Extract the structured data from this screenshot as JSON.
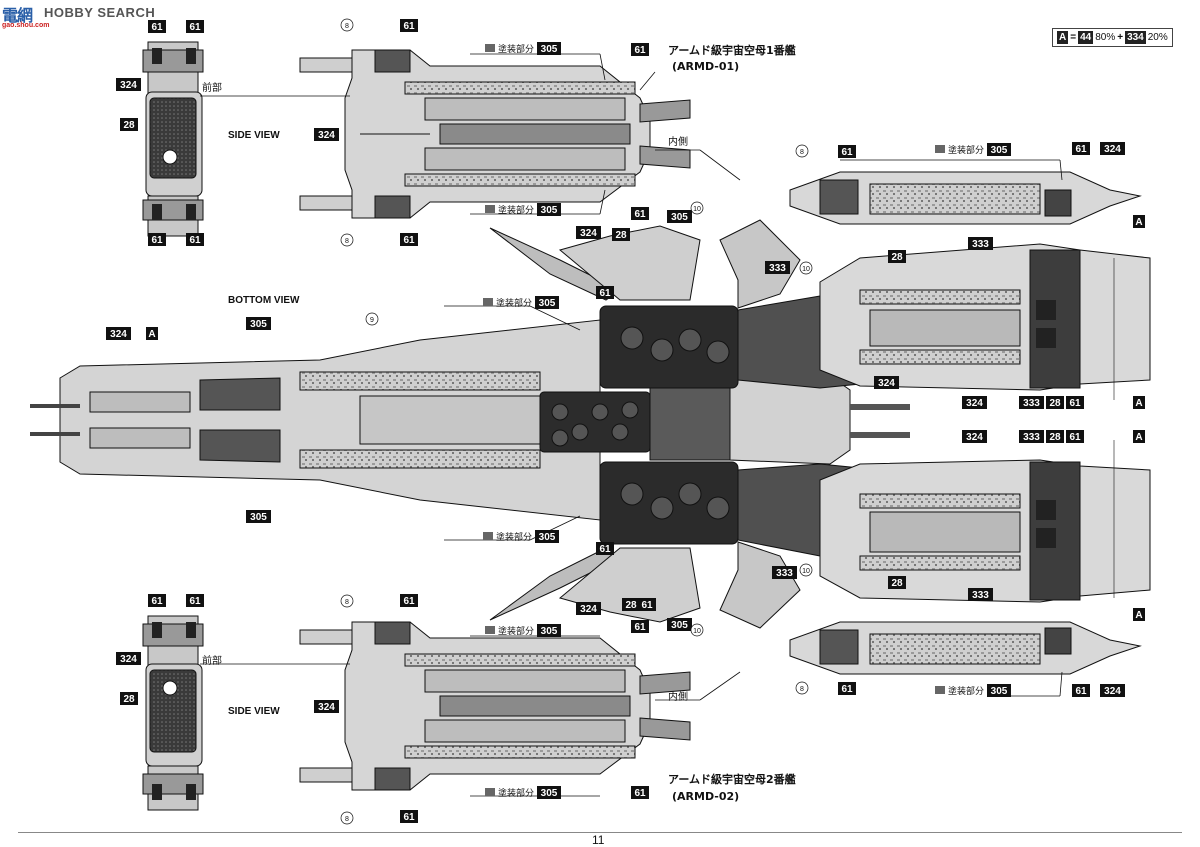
{
  "watermark": {
    "logo": "電網",
    "brand": "HOBBY SEARCH",
    "url": "gao.shou.com"
  },
  "legend": {
    "box_a": "A",
    "equals": "=",
    "paint1": "44",
    "pct1": "80%",
    "plus": "+",
    "paint2": "334",
    "pct2": "20%"
  },
  "titles": {
    "ship1_jp": "アームド級宇宙空母1番艦",
    "ship1_code": "(ARMD-01)",
    "ship2_jp": "アームド級宇宙空母2番艦",
    "ship2_code": "(ARMD-02)"
  },
  "view_labels": {
    "side_view": "SIDE VIEW",
    "bottom_view": "BOTTOM VIEW",
    "front": "前部",
    "inner": "内側"
  },
  "paint_note": "塗装部分",
  "codes": {
    "c305": "305",
    "c324": "324",
    "c333": "333",
    "c61": "61",
    "c28": "28",
    "c8": "8",
    "c9": "9",
    "c10": "10",
    "cA": "A"
  },
  "page_number": "11",
  "colors": {
    "ink": "#111111",
    "hull_light": "#d9d9d9",
    "hull_mid": "#b5b5b5",
    "hull_dark": "#6b6b6b",
    "hull_darker": "#474747",
    "panel": "#8a8a8a",
    "swatch": "#666666"
  }
}
